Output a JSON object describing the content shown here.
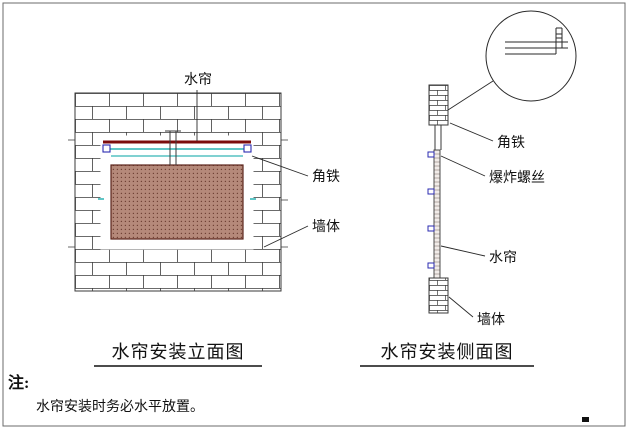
{
  "page": {
    "note_label": "注:",
    "note_text": "水帘安装时务必水平放置。"
  },
  "front_view": {
    "title": "水帘安装立面图",
    "labels": {
      "curtain": "水帘",
      "angle_iron": "角铁",
      "wall": "墙体"
    }
  },
  "side_view": {
    "title": "水帘安装侧面图",
    "labels": {
      "angle_iron": "角铁",
      "expansion_bolt": "爆炸螺丝",
      "curtain": "水帘",
      "wall": "墙体"
    }
  },
  "colors": {
    "line": "#2a2a2a",
    "curtain_fill": "#b5897a",
    "curtain_dot": "#6e4034",
    "curtain_border": "#5a231a",
    "top_bar": "#7c0d0d",
    "cyan": "#00a3a3",
    "bolt_blue": "#2b2bb0"
  }
}
